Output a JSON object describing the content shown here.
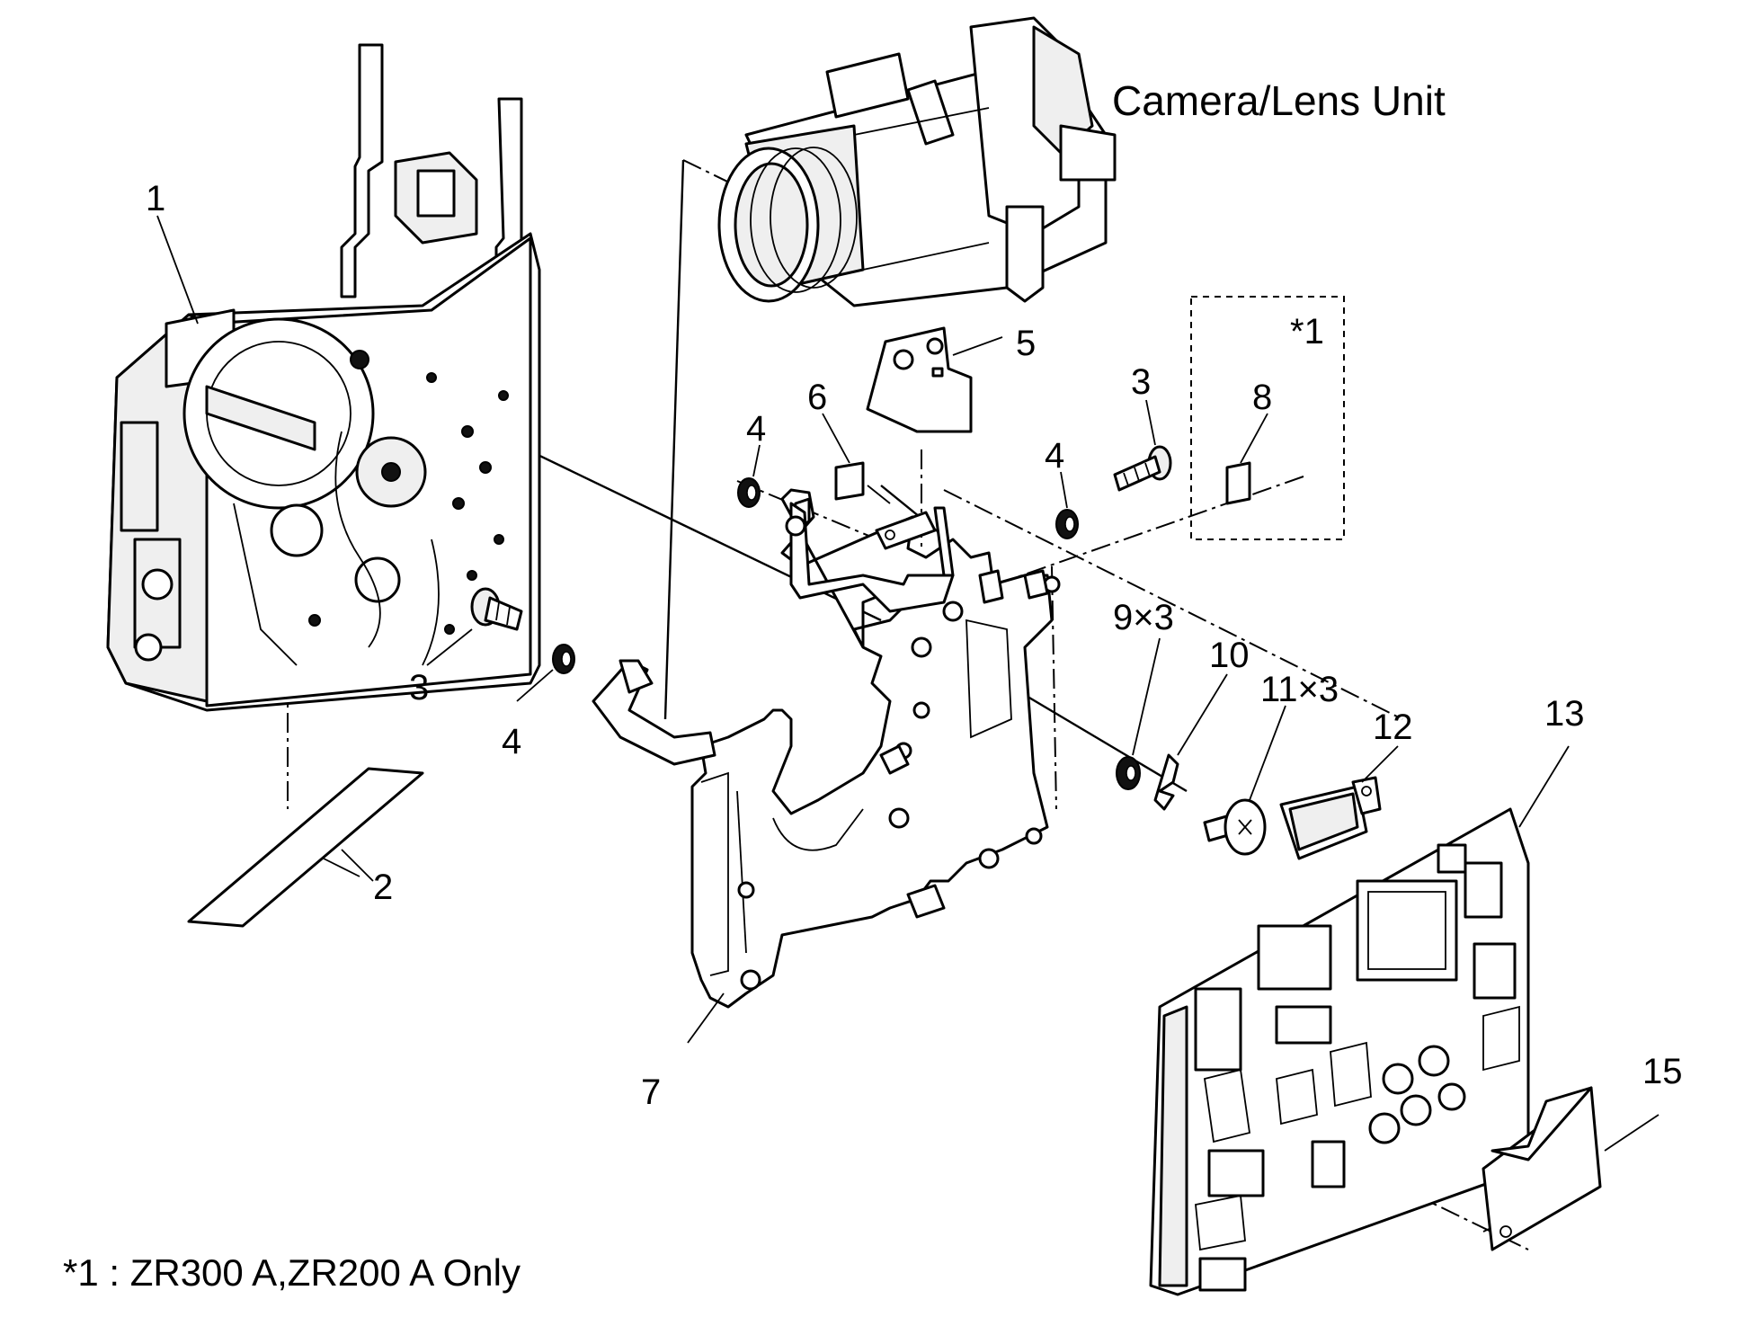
{
  "title": "Camera/Lens Unit",
  "footnote": "*1 : ZR300 A,ZR200 A Only",
  "option_group_label": "*1",
  "callouts": {
    "c1": "1",
    "c2": "2",
    "c3a": "3",
    "c3b": "3",
    "c4a": "4",
    "c4b": "4",
    "c4c": "4",
    "c5": "5",
    "c6": "6",
    "c7": "7",
    "c8": "8",
    "c9": "9×3",
    "c10": "10",
    "c11": "11×3",
    "c12": "12",
    "c13": "13",
    "c15": "15"
  }
}
